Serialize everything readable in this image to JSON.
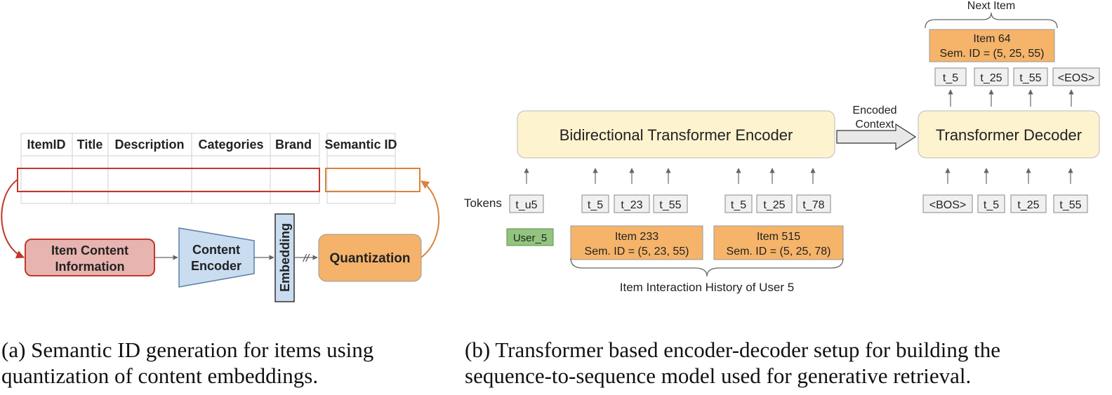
{
  "part_a": {
    "table_headers": [
      "ItemID",
      "Title",
      "Description",
      "Categories",
      "Brand"
    ],
    "semantic_id_header": "Semantic ID",
    "content_box_line1": "Item Content",
    "content_box_line2": "Information",
    "encoder_line1": "Content",
    "encoder_line2": "Encoder",
    "embedding_label": "Embedding",
    "quantization_label": "Quantization",
    "skip_mark": "//"
  },
  "part_b": {
    "encoder_label": "Bidirectional Transformer Encoder",
    "decoder_label": "Transformer Decoder",
    "context_line1": "Encoded",
    "context_line2": "Context",
    "tokens_label": "Tokens",
    "user_token": "t_u5",
    "user_label": "User_5",
    "item1_tokens": [
      "t_5",
      "t_23",
      "t_55"
    ],
    "item1_name": "Item 233",
    "item1_semid": "Sem. ID = (5, 23, 55)",
    "item2_tokens": [
      "t_5",
      "t_25",
      "t_78"
    ],
    "item2_name": "Item 515",
    "item2_semid": "Sem. ID = (5, 25, 78)",
    "history_label": "Item Interaction History of User 5",
    "decoder_inputs": [
      "<BOS>",
      "t_5",
      "t_25",
      "t_55"
    ],
    "decoder_outputs": [
      "t_5",
      "t_25",
      "t_55",
      "<EOS>"
    ],
    "next_item_label": "Next Item",
    "next_item_name": "Item 64",
    "next_item_semid": "Sem. ID = (5, 25, 55)"
  },
  "captions": {
    "a_line1": "(a) Semantic ID generation for items using",
    "a_line2": "quantization of content embeddings.",
    "b_line1": "(b) Transformer based encoder-decoder setup for building the",
    "b_line2": "sequence-to-sequence model used for generative retrieval."
  },
  "colors": {
    "table_red": "#c0392b",
    "table_orange": "#d9843b",
    "content_fill": "#e8b4b0",
    "encoder_fill": "#c9dcf0",
    "quant_fill": "#f4b26a",
    "transformer_fill": "#fdf3cf",
    "item_fill": "#f5b46a",
    "user_fill": "#92c47f",
    "token_fill": "#f0f0f0"
  }
}
